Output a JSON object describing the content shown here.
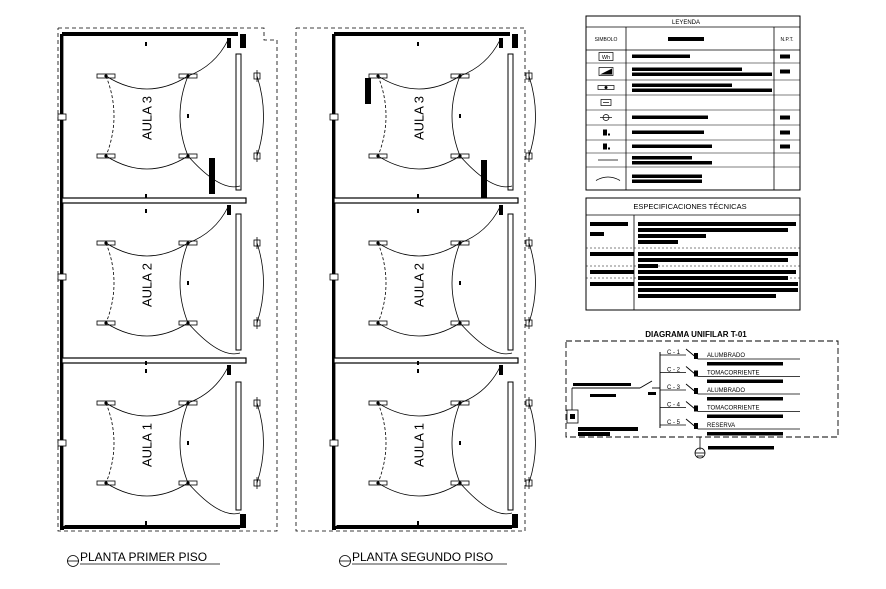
{
  "plans": [
    {
      "title": "PLANTA PRIMER PISO",
      "rooms": [
        "AULA 3",
        "AULA 2",
        "AULA 1"
      ],
      "has_boards": false
    },
    {
      "title": "PLANTA SEGUNDO PISO",
      "rooms": [
        "AULA 3",
        "AULA 2",
        "AULA 1"
      ],
      "has_boards": true
    }
  ],
  "legend": {
    "title": "LEYENDA",
    "col_symbol": "SIMBOLO",
    "col_npt": "N.P.T.",
    "wh_symbol": "Wh",
    "row_symbols": [
      "watt-hour-meter",
      "distribution-board",
      "fluorescent-lamp",
      "junction-box",
      "wall-fixture",
      "switch",
      "outlet",
      "conduit-line",
      "underfloor-conduit"
    ]
  },
  "specs": {
    "title": "ESPECIFICACIONES TÉCNICAS"
  },
  "unifilar": {
    "title": "DIAGRAMA UNIFILAR T-01",
    "circuits": [
      {
        "code": "C - 1",
        "label": "ALUMBRADO"
      },
      {
        "code": "C - 2",
        "label": "TOMACORRIENTE"
      },
      {
        "code": "C - 3",
        "label": "ALUMBRADO"
      },
      {
        "code": "C - 4",
        "label": "TOMACORRIENTE"
      },
      {
        "code": "C - 5",
        "label": "RESERVA"
      }
    ]
  }
}
